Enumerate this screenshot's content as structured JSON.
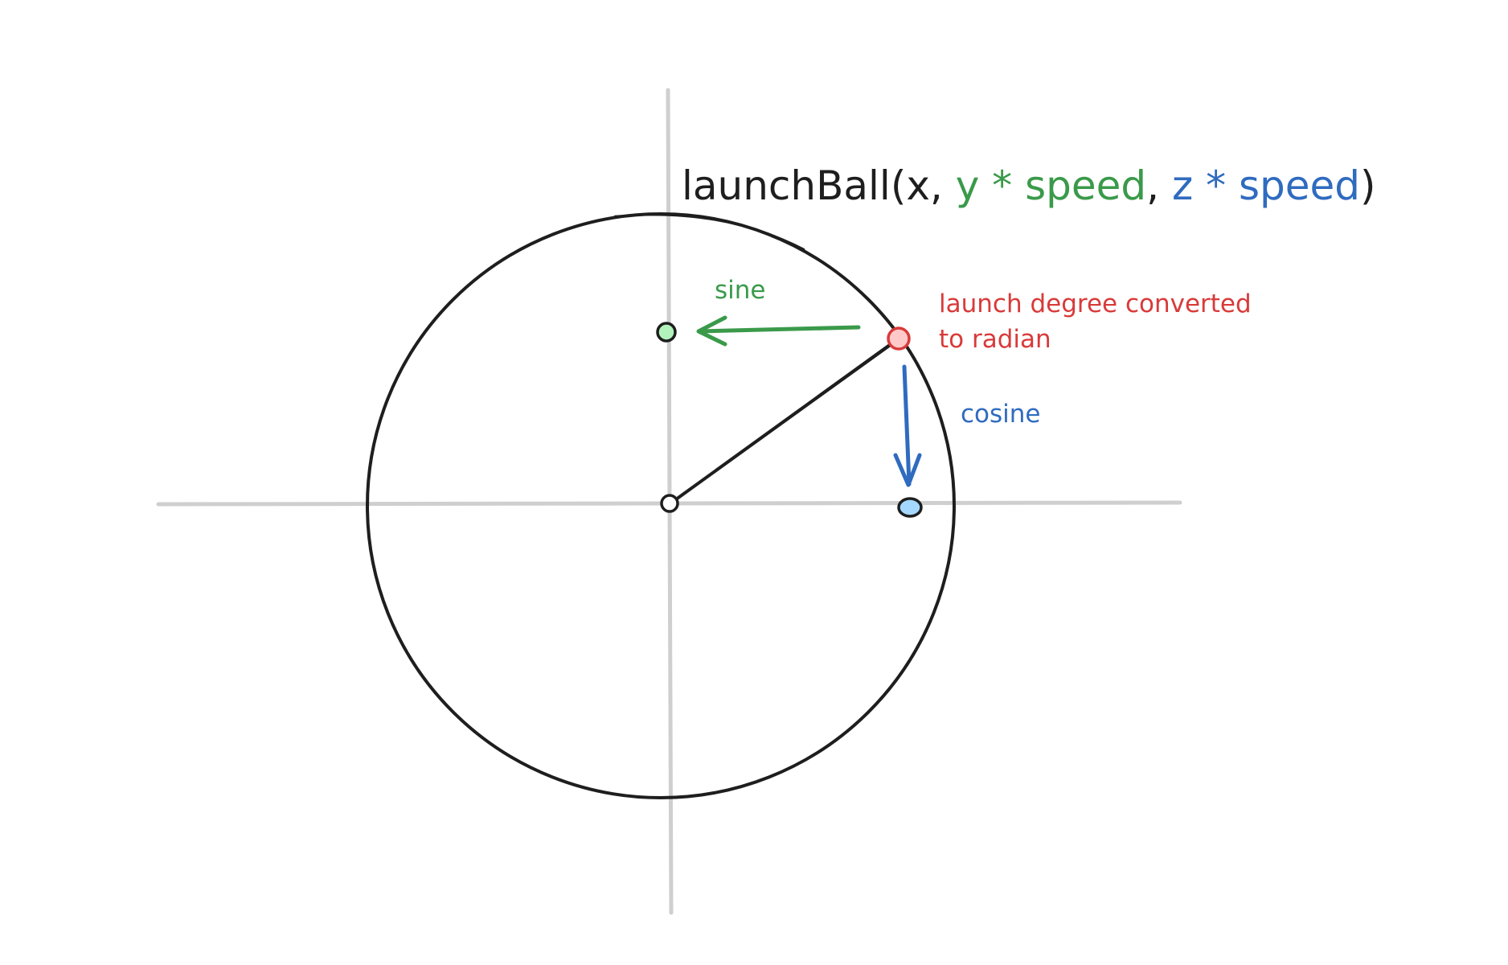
{
  "code": {
    "prefix": "launchBall(x, ",
    "y_part": "y * speed",
    "sep": ", ",
    "z_part": "z * speed",
    "suffix": ")"
  },
  "labels": {
    "sine": "sine",
    "cosine": "cosine",
    "launch_line1": "launch degree converted",
    "launch_line2": "to radian"
  },
  "colors": {
    "ink": "#1e1e1e",
    "axis": "#cfcfcf",
    "green": "#3a9a4a",
    "blue": "#2f6bbf",
    "red": "#d93a3a",
    "green_fill": "#b2f2bb",
    "blue_fill": "#a5d8ff",
    "red_fill": "#ffc9c9"
  }
}
